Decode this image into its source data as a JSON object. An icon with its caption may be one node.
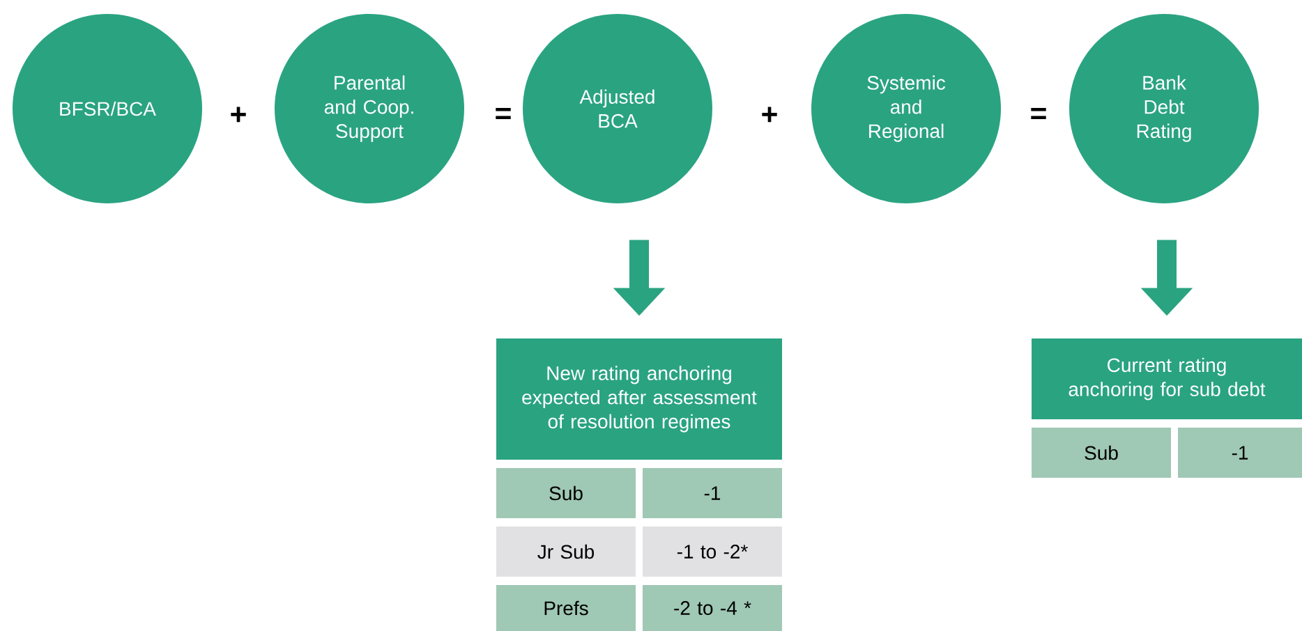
{
  "diagram": {
    "nodes": [
      {
        "text": [
          "BFSR/BCA"
        ]
      },
      {
        "text": [
          "Parental and Coop. Support"
        ]
      },
      {
        "text": [
          "Adjusted BCA"
        ]
      },
      {
        "text": [
          "Systemic and Regional"
        ]
      },
      {
        "text": [
          "Bank Debt Rating"
        ]
      },
      {
        "text": [
          "New rating anchoring expected after assessment of resolution regimes"
        ]
      },
      {
        "text": [
          "Sub"
        ]
      },
      {
        "text": [
          "-1"
        ]
      },
      {
        "text": [
          "Jr Sub"
        ]
      },
      {
        "text": [
          "-1 to -2*"
        ]
      },
      {
        "text": [
          "Prefs"
        ]
      },
      {
        "text": [
          "-2 to -4 *"
        ]
      },
      {
        "text": [
          "Current rating anchoring for sub debt"
        ]
      },
      {
        "text": [
          "Sub"
        ]
      },
      {
        "text": [
          "-1"
        ]
      }
    ],
    "edges": [
      {
        "from": 2,
        "to": 5,
        "arrow": "to"
      },
      {
        "from": 4,
        "to": 12,
        "arrow": "to"
      }
    ],
    "labels": [
      "+",
      "=",
      "+",
      "="
    ]
  }
}
